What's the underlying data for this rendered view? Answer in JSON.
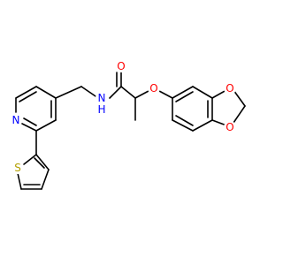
{
  "atom_colors": {
    "N": "#0000ff",
    "O": "#ff0000",
    "S": "#b3a000",
    "C": "#000000"
  },
  "labels": {
    "n_pyridine": "N",
    "n_amide": "N",
    "h_amide": "H",
    "o_carbonyl": "O",
    "o_ether": "O",
    "o_dioxole_top": "O",
    "o_dioxole_bottom": "O",
    "s_thiophene": "S"
  }
}
